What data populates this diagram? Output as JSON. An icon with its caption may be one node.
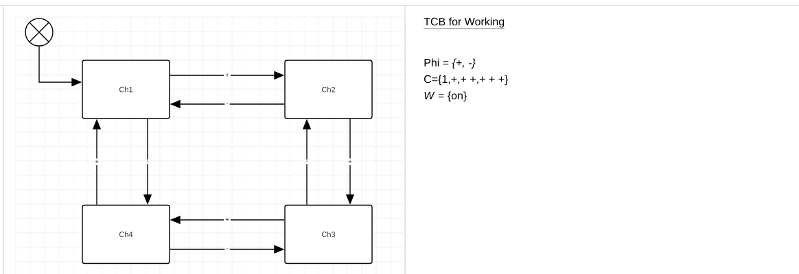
{
  "diagram": {
    "nodes": [
      {
        "text": [],
        "shape": "circle"
      },
      {
        "text": [
          "Ch1"
        ]
      },
      {
        "text": [
          "Ch2"
        ]
      },
      {
        "text": [
          "Ch3"
        ]
      },
      {
        "text": [
          "Ch4"
        ]
      }
    ],
    "edges": [
      {
        "from": 0,
        "to": 1,
        "arrow": "to"
      },
      {
        "from": 1,
        "to": 2,
        "arrow": "to",
        "label": "+"
      },
      {
        "from": 2,
        "to": 1,
        "arrow": "to",
        "label": "-"
      },
      {
        "from": 4,
        "to": 1,
        "arrow": "to",
        "label": "+"
      },
      {
        "from": 1,
        "to": 4,
        "arrow": "to",
        "label": "-"
      },
      {
        "from": 3,
        "to": 2,
        "arrow": "to",
        "label": "-"
      },
      {
        "from": 2,
        "to": 3,
        "arrow": "to",
        "label": "+"
      },
      {
        "from": 3,
        "to": 4,
        "arrow": "to",
        "label": "+"
      },
      {
        "from": 4,
        "to": 3,
        "arrow": "to",
        "label": "-"
      }
    ],
    "labels": [
      "TCB for Working",
      "Phi = *{+, -}*",
      "C={1,+,+ +,+ + +}",
      "*W* = {on}"
    ]
  }
}
